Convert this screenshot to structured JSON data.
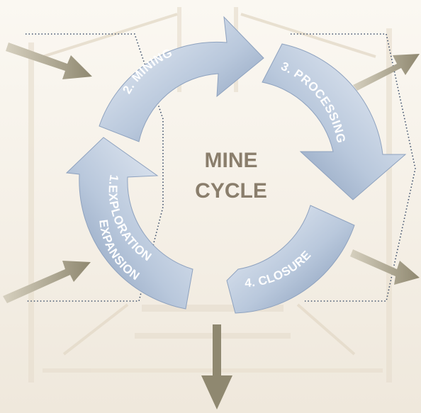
{
  "diagram": {
    "center": {
      "line1": "MINE",
      "line2": "CYCLE"
    },
    "segments": [
      {
        "id": "mining",
        "label": "2. MINING"
      },
      {
        "id": "processing",
        "label": "3. PROCESSING"
      },
      {
        "id": "closure",
        "label": "4. CLOSURE"
      },
      {
        "id": "exploration",
        "line1": "1.EXPLORATION",
        "line2": "EXPANSION"
      }
    ],
    "colors": {
      "arrow_light": "#e9eef5",
      "arrow_mid": "#b7c6da",
      "arrow_dark": "#6f86a8",
      "external_arrow": "#a39c83",
      "center_text": "#8a7e6c",
      "dotted_border": "#3d4f6b"
    }
  }
}
